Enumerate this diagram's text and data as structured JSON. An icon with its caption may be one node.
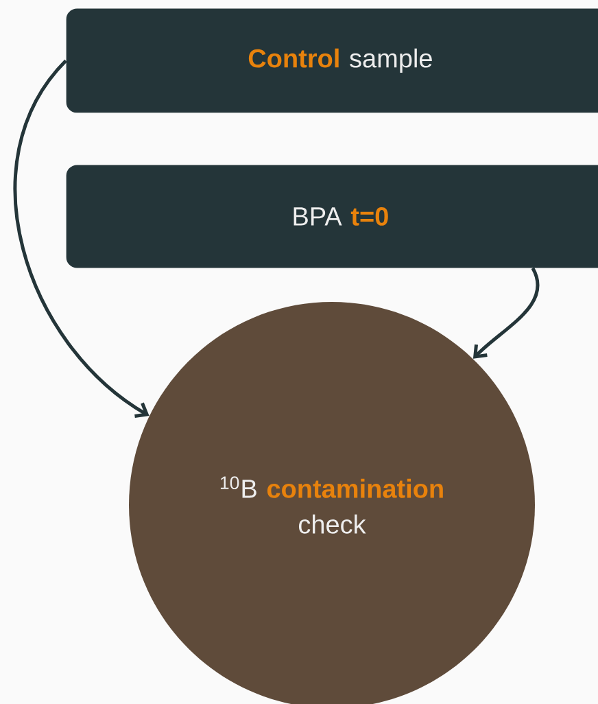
{
  "diagram": {
    "nodes": [
      {
        "text": [
          "**Control** sample"
        ]
      },
      {
        "text": [
          "BPA **t=0**"
        ]
      },
      {
        "text": [
          "$^{10}$B **contamination** check"
        ]
      }
    ],
    "edges": [
      {
        "from": 0,
        "to": 2,
        "arrow": "to"
      },
      {
        "from": 1,
        "to": 2,
        "arrow": "to"
      }
    ]
  }
}
